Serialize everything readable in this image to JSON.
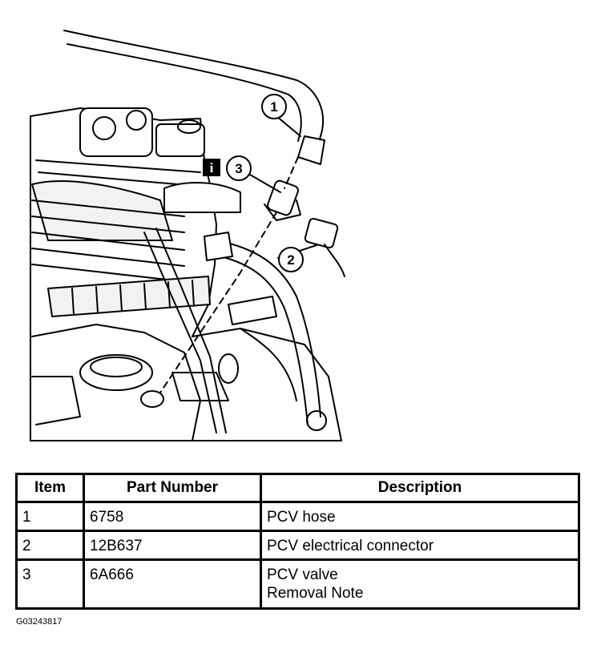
{
  "illustration": {
    "callouts": [
      "1",
      "2",
      "3"
    ],
    "info_badge": "i",
    "info_icon": "info-icon"
  },
  "table": {
    "headers": [
      "Item",
      "Part Number",
      "Description"
    ],
    "rows": [
      {
        "item": "1",
        "part_number": "6758",
        "description": [
          "PCV hose"
        ]
      },
      {
        "item": "2",
        "part_number": "12B637",
        "description": [
          "PCV electrical connector"
        ]
      },
      {
        "item": "3",
        "part_number": "6A666",
        "description": [
          "PCV valve",
          "Removal Note"
        ]
      }
    ]
  },
  "figure_id": "G03243817"
}
